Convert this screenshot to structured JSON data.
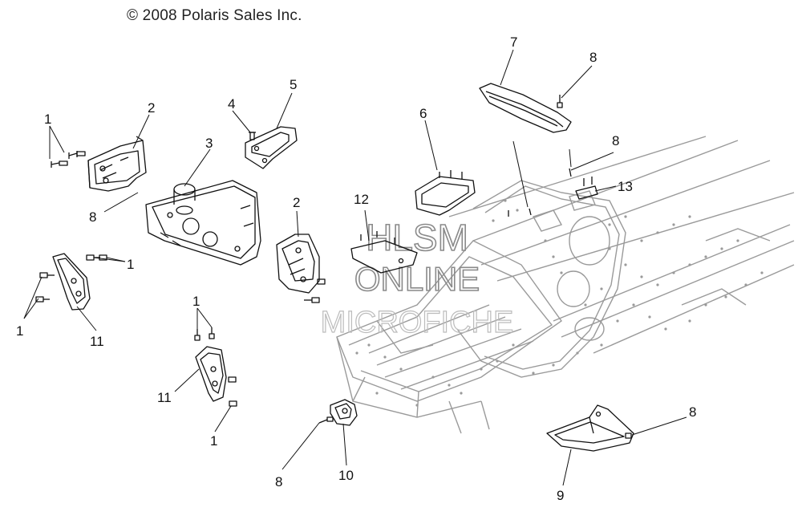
{
  "copyright": "© 2008 Polaris Sales Inc.",
  "watermark": {
    "line1": "HLSM",
    "line2": "ONLINE",
    "line3": "MICROFICHE"
  },
  "callouts": {
    "c1_top": "1",
    "c2_top": "2",
    "c3": "3",
    "c4": "4",
    "c5": "5",
    "c6": "6",
    "c7": "7",
    "c8_top": "8",
    "c8_right": "8",
    "c13": "13",
    "c8_left": "8",
    "c12": "12",
    "c2_mid": "2",
    "c1_midright": "1",
    "c1_left": "1",
    "c11_left": "11",
    "c1_midlow": "1",
    "c11_mid": "11",
    "c1_bottom": "1",
    "c8_bottom": "8",
    "c10": "10",
    "c8_far": "8",
    "c9": "9"
  },
  "colors": {
    "line": "#111111",
    "frame": "#9a9a9a",
    "watermark": "#8a8a8a"
  }
}
